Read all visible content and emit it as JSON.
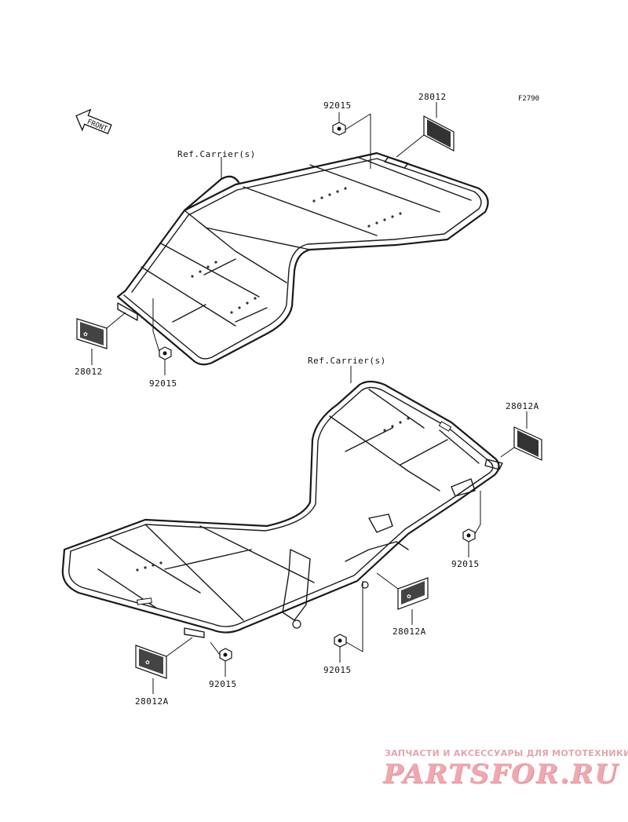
{
  "figure_code": "F2790",
  "front_label": "FRONT",
  "ref_carrier_top": "Ref.Carrier(s)",
  "ref_carrier_bottom": "Ref.Carrier(s)",
  "callouts": {
    "top_nut": "92015",
    "top_reflector": "28012",
    "left_reflector": "28012",
    "left_nut": "92015",
    "right_reflector_a": "28012A",
    "right_nut": "92015",
    "center_reflector_a": "28012A",
    "center_nut": "92015",
    "bottom_nut": "92015",
    "bottom_reflector_a": "28012A"
  },
  "watermark": {
    "tagline": "ЗАПЧАСТИ И АКСЕССУАРЫ ДЛЯ МОТОТЕХНИКИ",
    "logo": "PARTSFOR.RU"
  }
}
